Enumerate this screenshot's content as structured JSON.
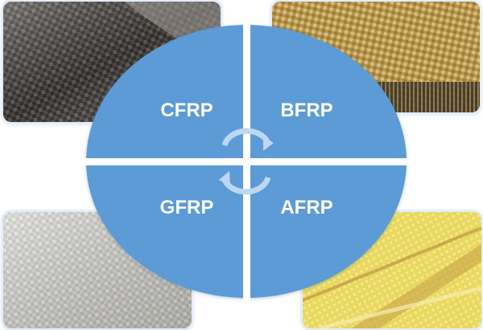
{
  "quadrants": {
    "top_left": "CFRP",
    "top_right": "BFRP",
    "bottom_left": "GFRP",
    "bottom_right": "AFRP"
  },
  "colors": {
    "circle": "#5b9bd5",
    "divider": "#ffffff",
    "arrows": "#bcd7ef"
  },
  "icons": [
    "cycle-arrows-icon"
  ]
}
